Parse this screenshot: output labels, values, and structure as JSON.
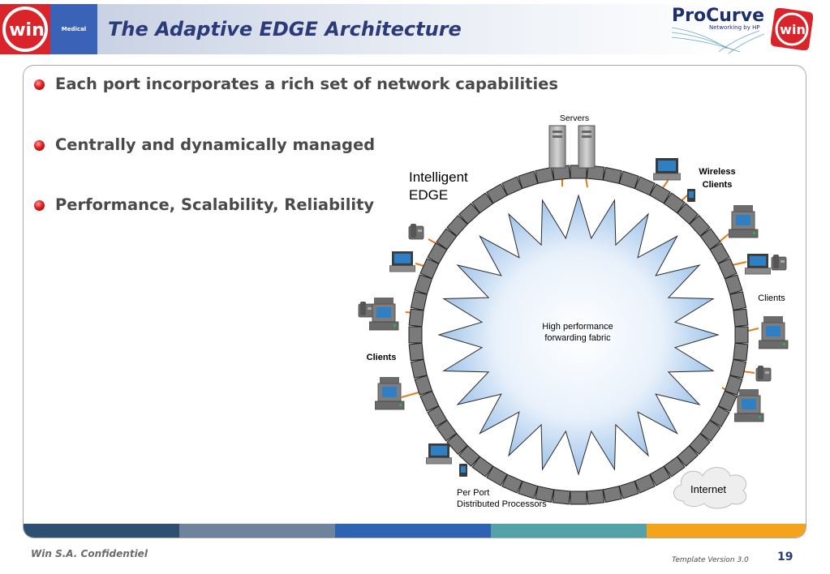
{
  "header": {
    "logo_text": "win",
    "medical_label": "Medical",
    "title": "The Adaptive EDGE Architecture",
    "procurve_brand": "ProCurve",
    "procurve_tagline": "Networking by HP",
    "right_logo_text": "win"
  },
  "bullets": [
    "Each port incorporates a rich set of network capabilities",
    "Centrally and dynamically managed",
    "Performance, Scalability, Reliability"
  ],
  "diagram": {
    "servers_label": "Servers",
    "intelligent_edge_line1": "Intelligent",
    "intelligent_edge_line2": "EDGE",
    "wireless_clients_line1": "Wireless",
    "wireless_clients_line2": "Clients",
    "clients_right_label": "Clients",
    "clients_left_label": "Clients",
    "fabric_line1": "High performance",
    "fabric_line2": "forwarding fabric",
    "per_port_line1": "Per Port",
    "per_port_line2": "Distributed Processors",
    "internet_label": "Internet"
  },
  "footer": {
    "confidential": "Win S.A. Confidentiel",
    "template_version": "Template Version 3.0",
    "page_number": "19"
  },
  "colors": {
    "title": "#2b3a78",
    "medical_box": "#3a63b8",
    "bullet": "#e02020",
    "bar_segments": [
      "#2c4f72",
      "#6d849c",
      "#2e63b3",
      "#54a2a9",
      "#f4a31b"
    ],
    "port": "#7a7a7a",
    "link": "#e07a20"
  }
}
